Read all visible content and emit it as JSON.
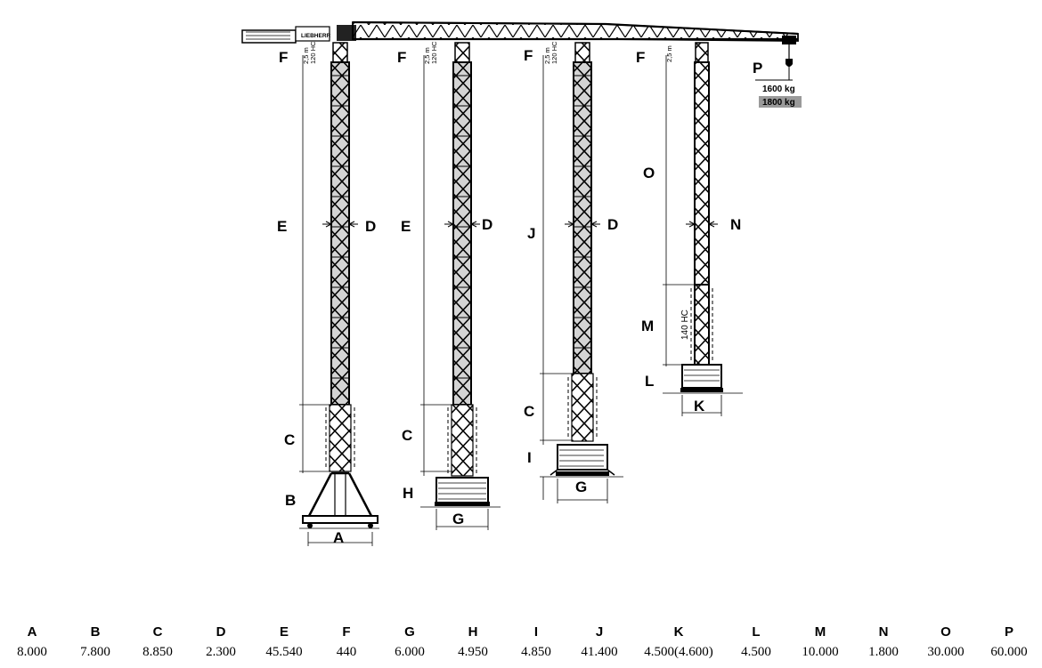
{
  "diagram": {
    "labels": {
      "A": "A",
      "B": "B",
      "C": "C",
      "D": "D",
      "E": "E",
      "F": "F",
      "G": "G",
      "H": "H",
      "I": "I",
      "J": "J",
      "K": "K",
      "L": "L",
      "M": "M",
      "N": "N",
      "O": "O",
      "P": "P"
    },
    "mast_notes": {
      "section_top": "2,5 m",
      "section_type": "120 HC",
      "section_type_lower": "140 HC"
    },
    "loads": {
      "load_1": "1600 kg",
      "load_2": "1800 kg"
    },
    "counterjib_text": "LIEBHERR"
  },
  "dimensions": [
    {
      "letter": "A",
      "value": "8.000"
    },
    {
      "letter": "B",
      "value": "7.800"
    },
    {
      "letter": "C",
      "value": "8.850"
    },
    {
      "letter": "D",
      "value": "2.300"
    },
    {
      "letter": "E",
      "value": "45.540"
    },
    {
      "letter": "F",
      "value": "440"
    },
    {
      "letter": "G",
      "value": "6.000"
    },
    {
      "letter": "H",
      "value": "4.950"
    },
    {
      "letter": "I",
      "value": "4.850"
    },
    {
      "letter": "J",
      "value": "41.400"
    },
    {
      "letter": "K",
      "value": "4.500(4.600)"
    },
    {
      "letter": "L",
      "value": "4.500"
    },
    {
      "letter": "M",
      "value": "10.000"
    },
    {
      "letter": "N",
      "value": "1.800"
    },
    {
      "letter": "O",
      "value": "30.000"
    },
    {
      "letter": "P",
      "value": "60.000"
    }
  ],
  "colors": {
    "line": "#000000",
    "mast_fill": "#d4d4d4",
    "highlight": "#9a9a9a"
  }
}
